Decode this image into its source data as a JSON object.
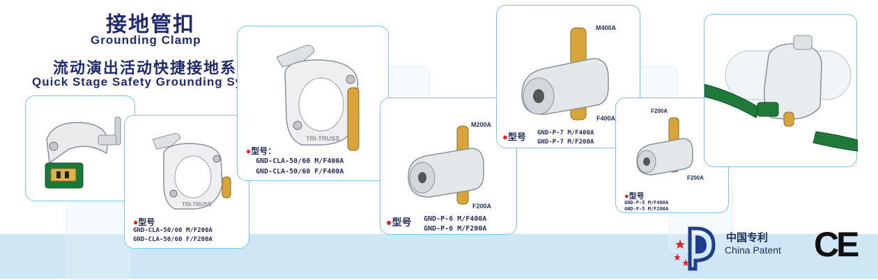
{
  "header": {
    "title_cn": "接地管扣",
    "title_en": "Grounding Clamp",
    "subtitle_cn": "流动演出活动快捷接地系统",
    "subtitle_en": "Quick Stage Safety Grounding System."
  },
  "cards": {
    "cla_f200": {
      "label": "型号",
      "models": [
        "GND-CLA-50/60 M/F200A",
        "GND-CLA-50/60 F/F200A"
      ],
      "brand": "TRI-TRUSS"
    },
    "cla_f400": {
      "label": "型号：",
      "models": [
        "GND-CLA-50/60 M/F400A",
        "GND-CLA-50/60 F/F400A"
      ],
      "brand": "TRI-TRUSS"
    },
    "p6": {
      "label": "型号",
      "models": [
        "GND-P-6 M/F400A",
        "GND-P-6 M/F200A"
      ],
      "top_tag": "M200A",
      "bottom_tag": "F200A"
    },
    "p7": {
      "label": "型号",
      "models": [
        "GND-P-7 M/F400A",
        "GND-P-7 M/F200A"
      ],
      "top_tag": "M400A",
      "bottom_tag": "F400A"
    },
    "p5": {
      "label": "型号",
      "models": [
        "GND-P-5 M/F400A",
        "GND-P-5 M/F200A"
      ],
      "top_tag": "F200A",
      "bottom_tag": "F200A"
    }
  },
  "badges": {
    "patent_cn": "中国专利",
    "patent_en": "China Patent",
    "ce": "CE"
  },
  "colors": {
    "accent": "#7cc2e6",
    "navy": "#1f2d56",
    "brass": "#d9a53a",
    "green": "#1a7a3c",
    "red": "#e02020"
  }
}
